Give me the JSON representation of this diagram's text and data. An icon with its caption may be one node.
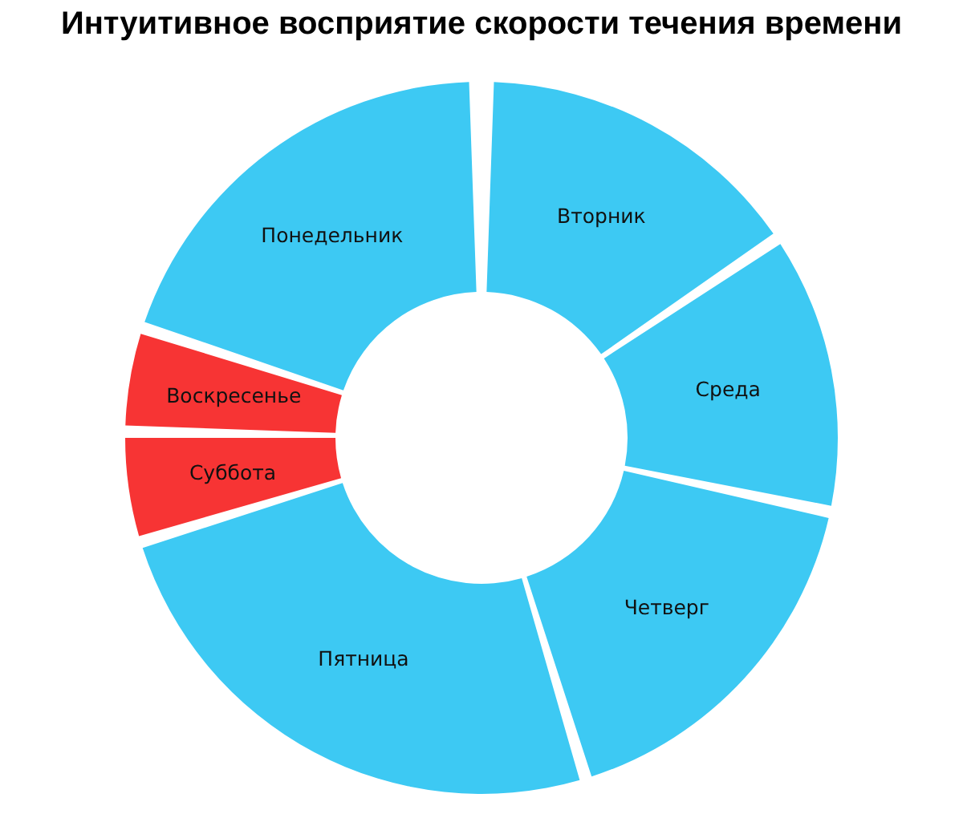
{
  "diagram": {
    "title": "Интуитивное восприятие скорости течения времени",
    "nodes": [
      {
        "text": [
          "Понедельник"
        ]
      },
      {
        "text": [
          "Вторник"
        ]
      },
      {
        "text": [
          "Среда"
        ]
      },
      {
        "text": [
          "Четверг"
        ]
      },
      {
        "text": [
          "Пятница"
        ]
      },
      {
        "text": [
          "Суббота"
        ]
      },
      {
        "text": [
          "Воскресенье"
        ]
      }
    ],
    "edges": []
  }
}
